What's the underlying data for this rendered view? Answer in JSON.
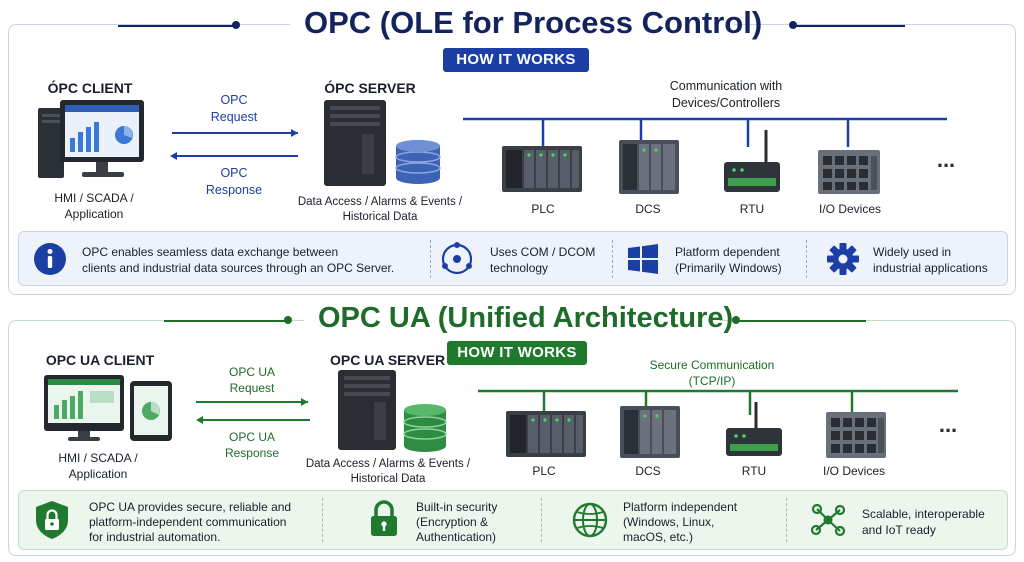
{
  "opc": {
    "title": "OPC (OLE for Process Control)",
    "badge": "HOW IT WORKS",
    "client": {
      "title": "ÓPC CLIENT",
      "sub1": "HMI / SCADA /",
      "sub2": "Application"
    },
    "request": {
      "line1": "OPC",
      "line2": "Request"
    },
    "response": {
      "line1": "OPC",
      "line2": "Response"
    },
    "server": {
      "title": "ÓPC SERVER",
      "sub1": "Data Access / Alarms & Events /",
      "sub2": "Historical Data"
    },
    "comm": {
      "line1": "Communication with",
      "line2": "Devices/Controllers"
    },
    "devices": [
      "PLC",
      "DCS",
      "RTU",
      "I/O Devices"
    ],
    "more": "...",
    "info": [
      {
        "icon": "info-icon",
        "line1": "OPC enables seamless data exchange between",
        "line2": "clients and industrial data sources through an OPC Server."
      },
      {
        "icon": "network-hub-icon",
        "line1": "Uses COM / DCOM",
        "line2": "technology"
      },
      {
        "icon": "windows-logo-icon",
        "line1": "Platform dependent",
        "line2": "(Primarily Windows)"
      },
      {
        "icon": "gear-icon",
        "line1": "Widely used in",
        "line2": "industrial applications"
      }
    ]
  },
  "ua": {
    "title": "OPC UA (Unified Architecture)",
    "badge": "HOW IT WORKS",
    "client": {
      "title": "OPC UA CLIENT",
      "sub1": "HMI / SCADA /",
      "sub2": "Application"
    },
    "request": {
      "line1": "OPC UA",
      "line2": "Request"
    },
    "response": {
      "line1": "OPC UA",
      "line2": "Response"
    },
    "server": {
      "title": "OPC UA SERVER",
      "sub1": "Data Access / Alarms & Events /",
      "sub2": "Historical Data"
    },
    "comm": {
      "line1": "Secure Communication",
      "line2": "(TCP/IP)"
    },
    "devices": [
      "PLC",
      "DCS",
      "RTU",
      "I/O Devices"
    ],
    "more": "...",
    "info": [
      {
        "icon": "shield-lock-icon",
        "line1": "OPC UA provides secure, reliable and",
        "line2": "platform-independent communication",
        "line3": "for industrial automation."
      },
      {
        "icon": "padlock-icon",
        "line1": "Built-in security",
        "line2": "(Encryption &",
        "line3": "Authentication)"
      },
      {
        "icon": "globe-icon",
        "line1": "Platform independent",
        "line2": "(Windows, Linux,",
        "line3": "macOS, etc.)"
      },
      {
        "icon": "network-nodes-icon",
        "line1": "Scalable, interoperable",
        "line2": "and IoT ready"
      }
    ]
  },
  "colors": {
    "opc_accent": "#1c3fa6",
    "opc_title": "#13235e",
    "ua_accent": "#1f7a2e",
    "ua_title": "#1f6b2a"
  }
}
